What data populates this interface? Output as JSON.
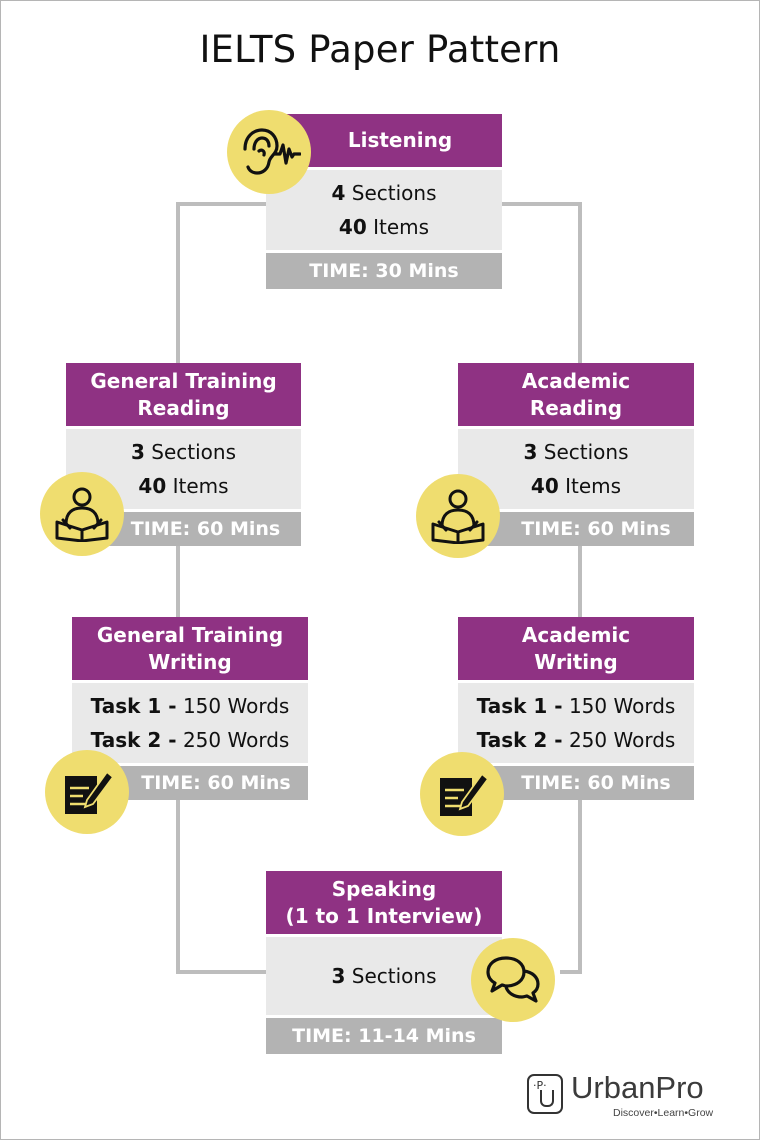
{
  "title": "IELTS Paper Pattern",
  "colors": {
    "header": "#8f3283",
    "body": "#e9e9e9",
    "time_bar": "#b3b3b3",
    "icon_circle": "#efdd6f",
    "connector": "#bdbdbd"
  },
  "listening": {
    "heading": "Listening",
    "line1_num": "4",
    "line1_text": " Sections",
    "line2_num": "40",
    "line2_text": " Items",
    "time": "TIME: 30 Mins",
    "icon": "ear-sound-icon"
  },
  "gt_reading": {
    "heading_line1": "General Training",
    "heading_line2": "Reading",
    "line1_num": "3",
    "line1_text": " Sections",
    "line2_num": "40",
    "line2_text": " Items",
    "time": "TIME: 60 Mins",
    "icon": "reading-person-icon"
  },
  "ac_reading": {
    "heading_line1": "Academic",
    "heading_line2": "Reading",
    "line1_num": "3",
    "line1_text": " Sections",
    "line2_num": "40",
    "line2_text": " Items",
    "time": "TIME: 60 Mins",
    "icon": "reading-person-icon"
  },
  "gt_writing": {
    "heading_line1": "General Training",
    "heading_line2": "Writing",
    "line1_task": "Task 1 -",
    "line1_text": " 150 Words",
    "line2_task": "Task 2 -",
    "line2_text": " 250 Words",
    "time": "TIME: 60 Mins",
    "icon": "writing-pen-icon"
  },
  "ac_writing": {
    "heading_line1": "Academic",
    "heading_line2": "Writing",
    "line1_task": "Task 1 -",
    "line1_text": " 150 Words",
    "line2_task": "Task 2 -",
    "line2_text": " 250 Words",
    "time": "TIME: 60 Mins",
    "icon": "writing-pen-icon"
  },
  "speaking": {
    "heading_line1": "Speaking",
    "heading_line2": "(1 to 1 Interview)",
    "line1_num": "3",
    "line1_text": " Sections",
    "time": "TIME: 11-14 Mins",
    "icon": "speech-bubbles-icon"
  },
  "logo": {
    "brand": "UrbanPro",
    "tagline": "Discover•Learn•Grow",
    "mark": "·P·"
  }
}
